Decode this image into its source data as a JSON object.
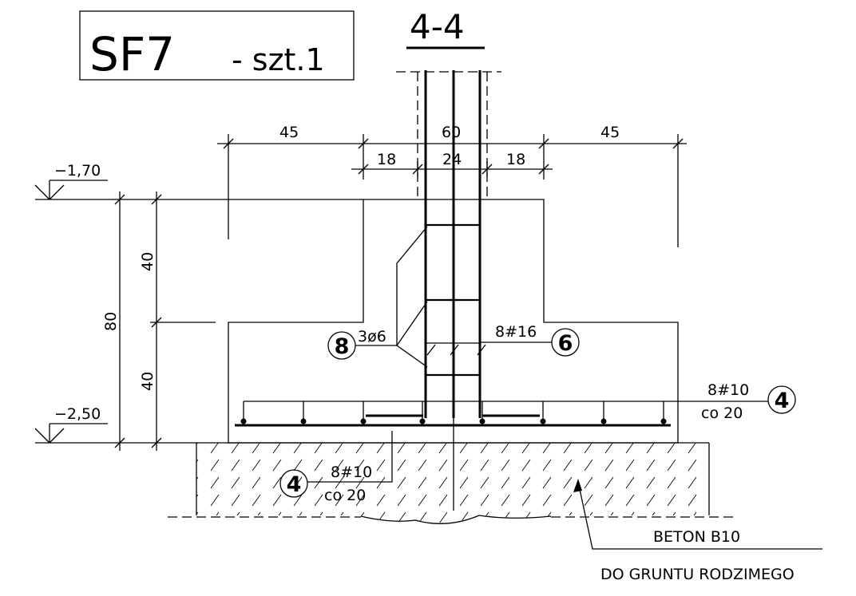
{
  "title": {
    "mark": "SF7",
    "qty": "- szt.1",
    "section": "4-4"
  },
  "dimensions": {
    "top_left": "45",
    "top_center": "60",
    "top_right": "45",
    "inner_left": "18",
    "inner_center": "24",
    "inner_right": "18",
    "height_total": "80",
    "height_upper": "40",
    "height_lower": "40"
  },
  "levels": {
    "top": "−1,70",
    "bottom": "−2,50"
  },
  "callouts": {
    "stirrups": {
      "no": "8",
      "text": "3ø6"
    },
    "column_bars": {
      "no": "6",
      "text": "8#16"
    },
    "bottom_bars": {
      "no": "4",
      "text": "8#10",
      "spacing": "co 20"
    },
    "bottom_bars_b": {
      "no": "4",
      "text": "8#10",
      "spacing": "co 20"
    }
  },
  "notes": {
    "concrete": "BETON B10",
    "ground": "DO GRUNTU RODZIMEGO"
  }
}
